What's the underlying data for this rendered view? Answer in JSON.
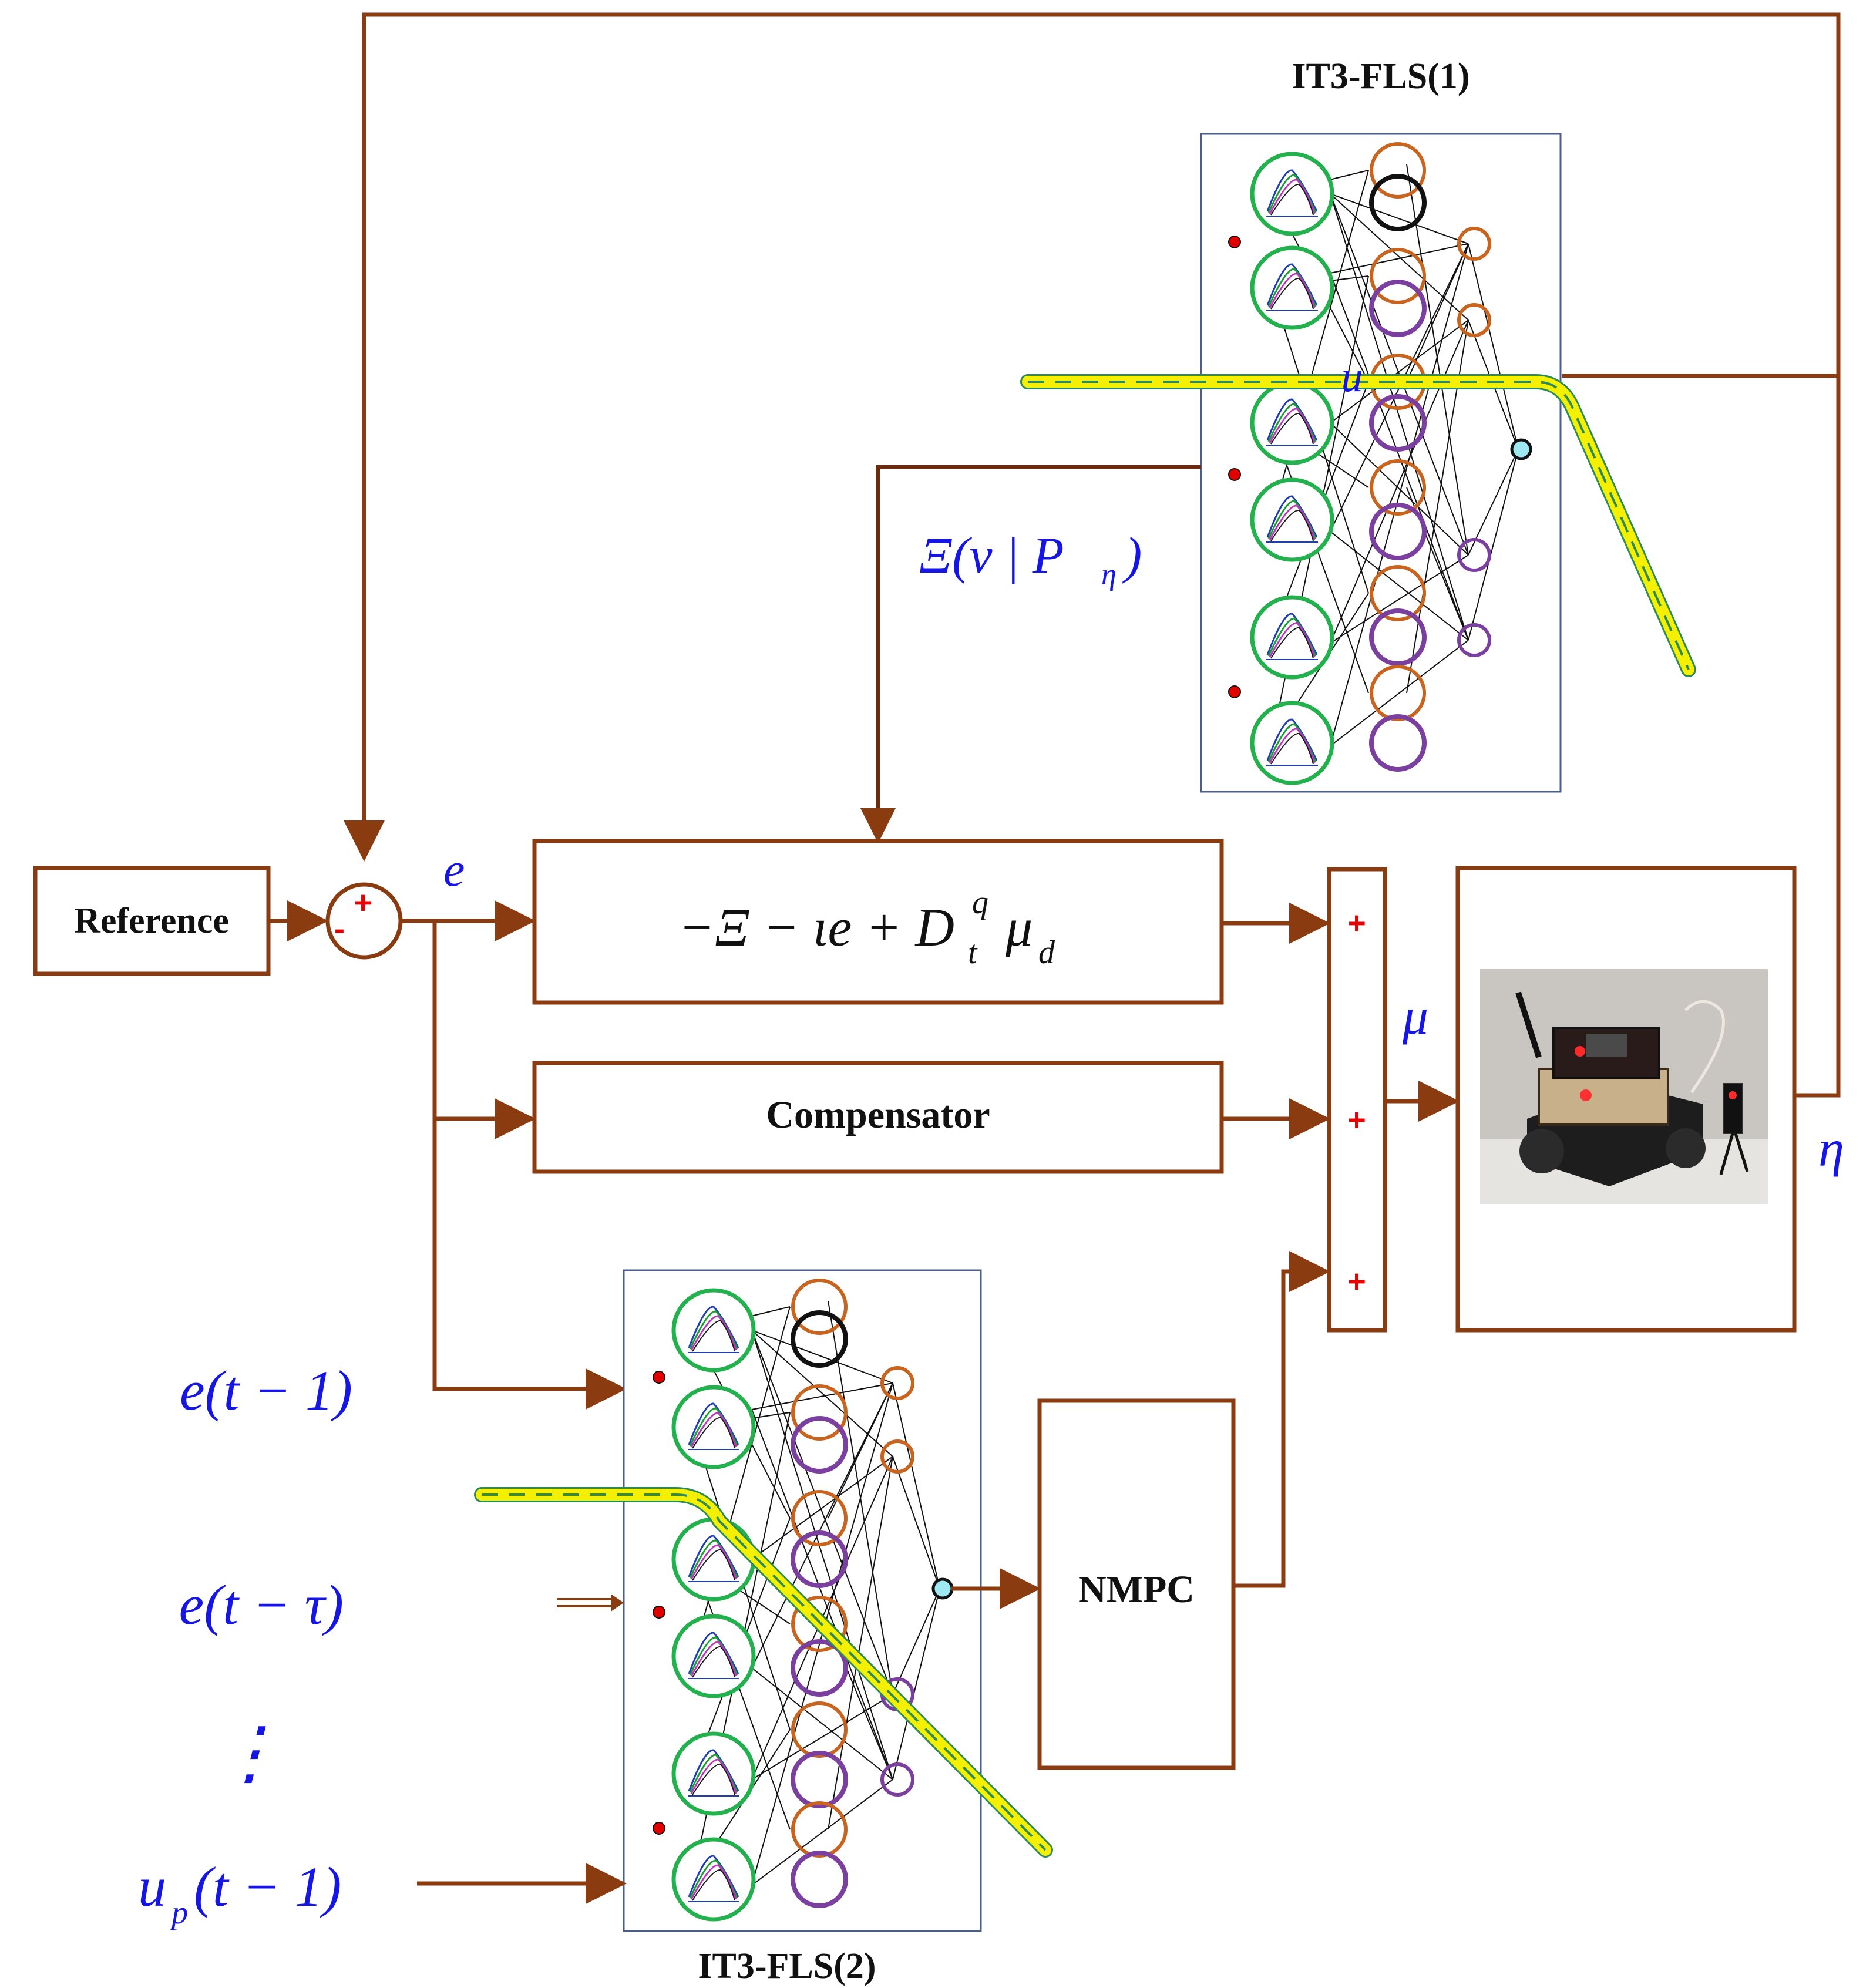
{
  "blocks": {
    "reference": "Reference",
    "control_law": "−Ξ − ιe + D",
    "control_law_sup": "q",
    "control_law_sub_t": "t",
    "control_law_mu": "μ",
    "control_law_mu_sub": "d",
    "compensator": "Compensator",
    "nmpc": "NMPC",
    "fls1_title": "IT3-FLS(1)",
    "fls2_title": "IT3-FLS(2)"
  },
  "signals": {
    "error": "e",
    "control": "μ",
    "output": "η",
    "fls1_out": "u",
    "xi_main": "Ξ(ν | P",
    "xi_sub": "η",
    "xi_close": ")",
    "e_t1": "e(t − 1)",
    "e_tau": "e(t − τ)",
    "vdots": "⋮",
    "up_main": "u",
    "up_sub": "p",
    "up_rest": "(t − 1)"
  },
  "summing_junction": {
    "top_sign": "+",
    "left_sign": "-"
  },
  "adder_signs": [
    "+",
    "+",
    "+"
  ],
  "colors": {
    "wire": "#8a3c10",
    "math": "#1515e6",
    "membership": "#22b14c",
    "rule_orange": "#c8641e",
    "rule_purple": "#7b3fa0",
    "highlight": "#f4f000",
    "sign": "#e60000"
  },
  "icons": {
    "plant": "mobile-robot-photo"
  }
}
